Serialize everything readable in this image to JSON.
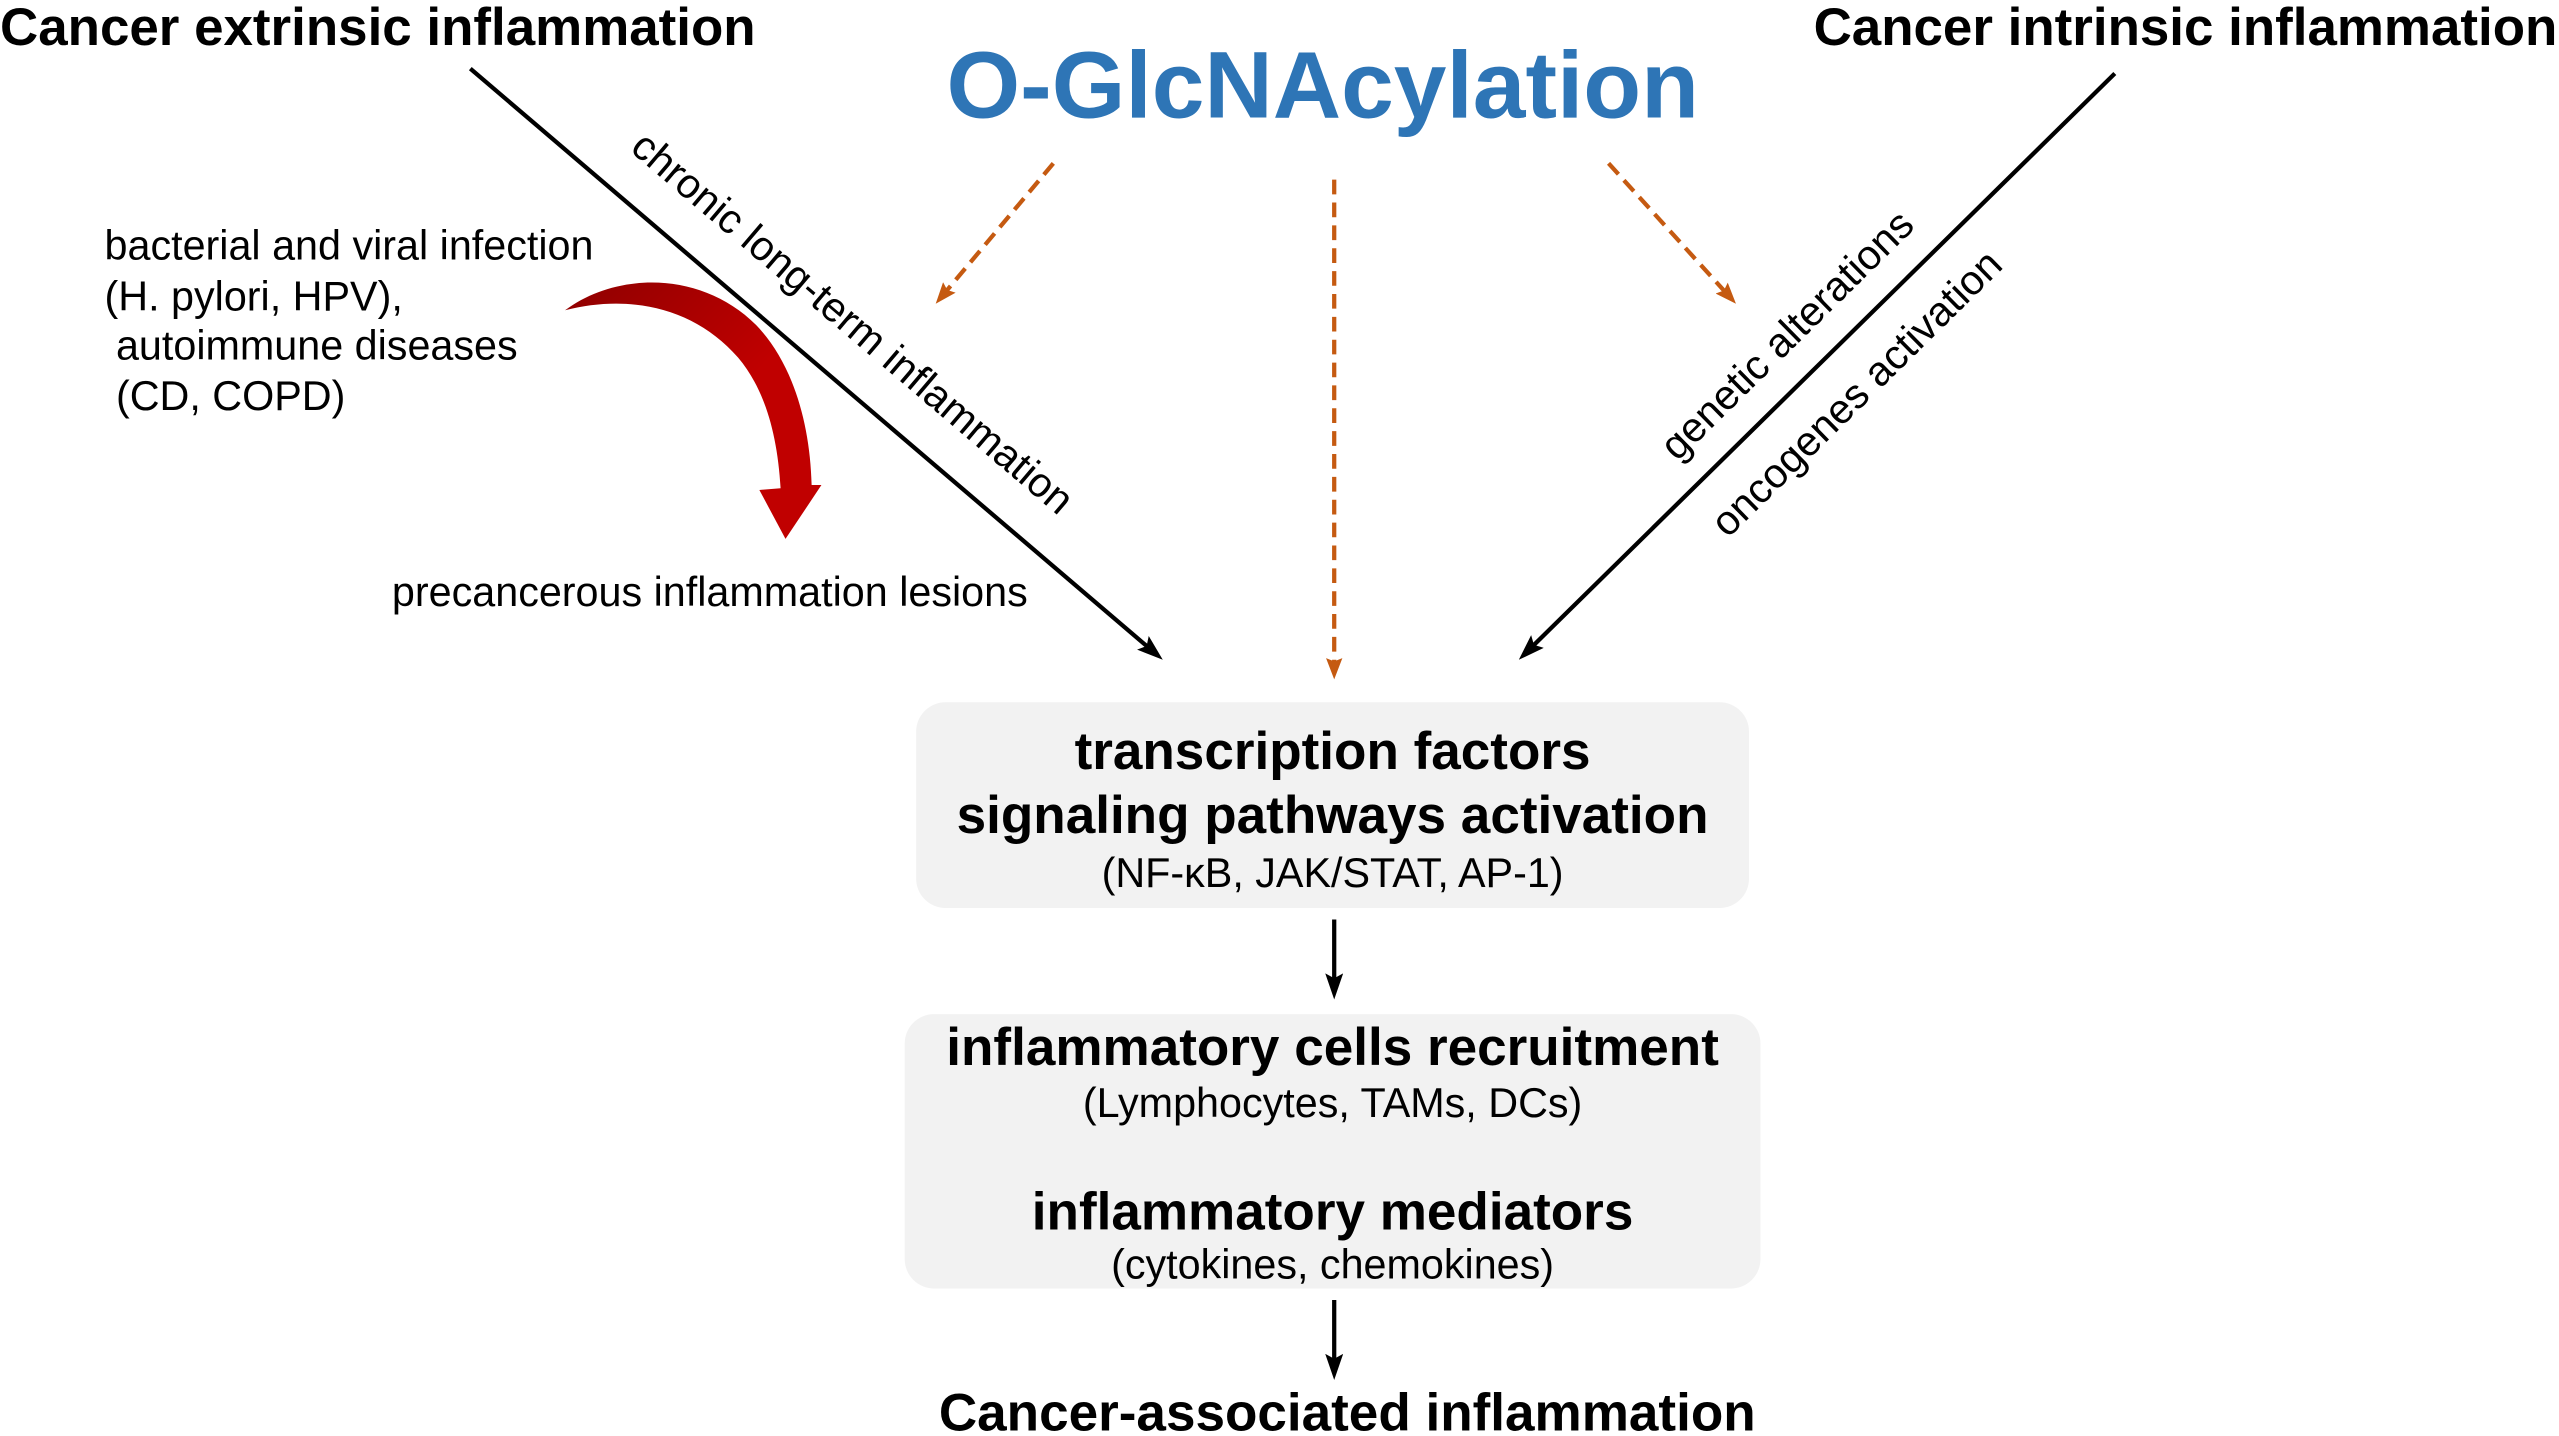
{
  "header": {
    "left_source": "Cancer extrinsic inflammation",
    "center_title": "O-GlcNAcylation",
    "right_source": "Cancer intrinsic inflammation"
  },
  "extrinsic": {
    "path_label": "chronic long-term inflammation",
    "triggers": [
      "bacterial and viral infection",
      "(H. pylori, HPV),",
      "autoimmune diseases",
      "(CD, COPD)"
    ],
    "lesion_label": "precancerous inflammation lesions"
  },
  "intrinsic": {
    "path_labels": [
      "genetic alterations",
      "oncogenes activation"
    ]
  },
  "signaling_box": {
    "line_1": "transcription factors",
    "line_2": "signaling pathways activation",
    "examples": "(NF-κB, JAK/STAT, AP-1)"
  },
  "inflammation_box": {
    "cells_title": "inflammatory cells recruitment",
    "cells_examples": "(Lymphocytes, TAMs, DCs)",
    "mediators_title": "inflammatory mediators",
    "mediators_examples": "(cytokines, chemokines)"
  },
  "outcome": "Cancer-associated inflammation",
  "colors": {
    "title_blue": "#2E75B6",
    "dashed_arrow": "#C55A11",
    "curved_arrow": "#C00000",
    "curved_arrow_shade": "#8E0000",
    "box_fill": "#F2F2F2",
    "line": "#000000"
  }
}
